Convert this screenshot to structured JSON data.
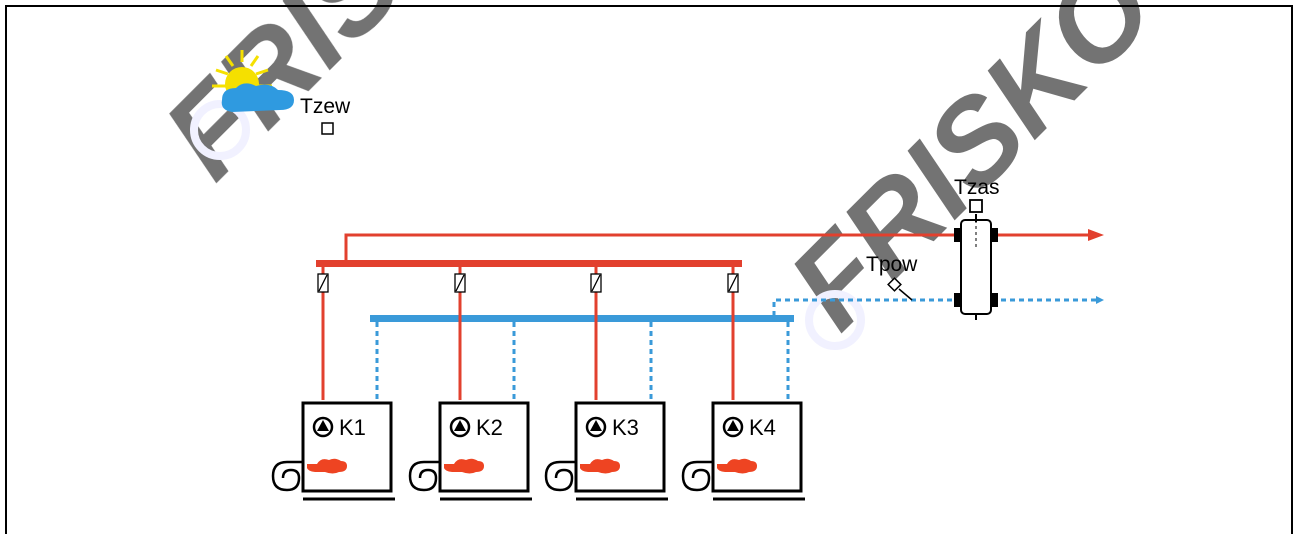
{
  "labels": {
    "outdoor_sensor": "Tzew",
    "supply_sensor": "Tzas",
    "return_sensor": "Tpow"
  },
  "boilers": [
    {
      "label": "K1"
    },
    {
      "label": "K2"
    },
    {
      "label": "K3"
    },
    {
      "label": "K4"
    }
  ],
  "watermark": {
    "text": "FRISKO",
    "color": "#f3f3ff"
  },
  "colors": {
    "supply_pipe": "#e2402e",
    "return_pipe": "#3a9ad9",
    "sun": "#f5e000",
    "cloud": "#2f9ae0",
    "burner_flame": "#ee4422",
    "frame": "#000000"
  }
}
